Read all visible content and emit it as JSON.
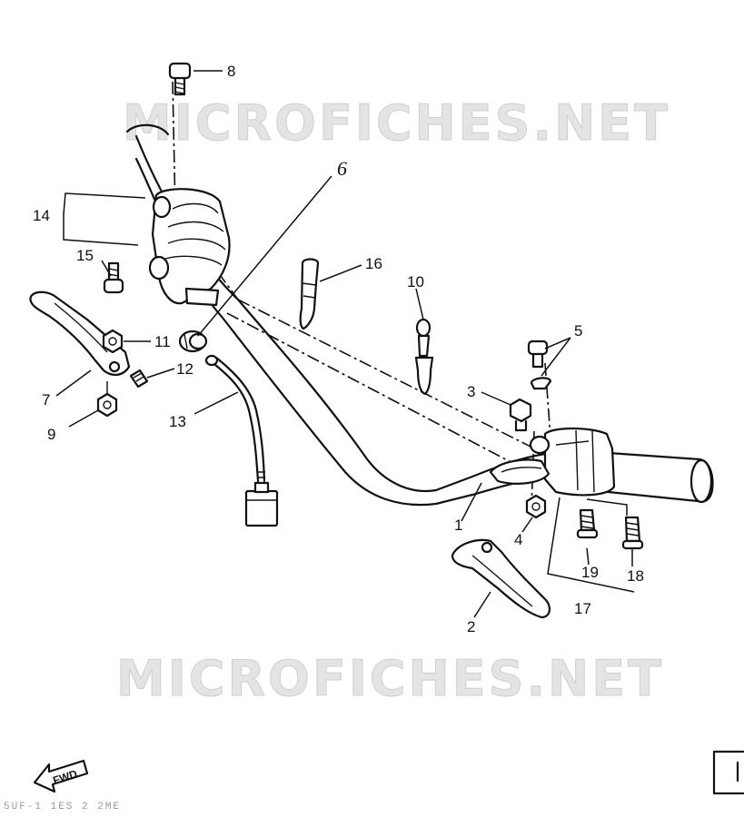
{
  "watermarks": [
    "MICROFICHES.NET",
    "MICROFICHES.NET"
  ],
  "callouts": {
    "c1": "1",
    "c2": "2",
    "c3": "3",
    "c4": "4",
    "c5": "5",
    "c6": "6",
    "c7": "7",
    "c8": "8",
    "c9": "9",
    "c10": "10",
    "c11": "11",
    "c12": "12",
    "c13": "13",
    "c14": "14",
    "c15": "15",
    "c16": "16",
    "c17": "17",
    "c18": "18",
    "c19": "19"
  },
  "fwd_label": "FWD",
  "footer_code": "5UF-1 1ES 2 2ME"
}
